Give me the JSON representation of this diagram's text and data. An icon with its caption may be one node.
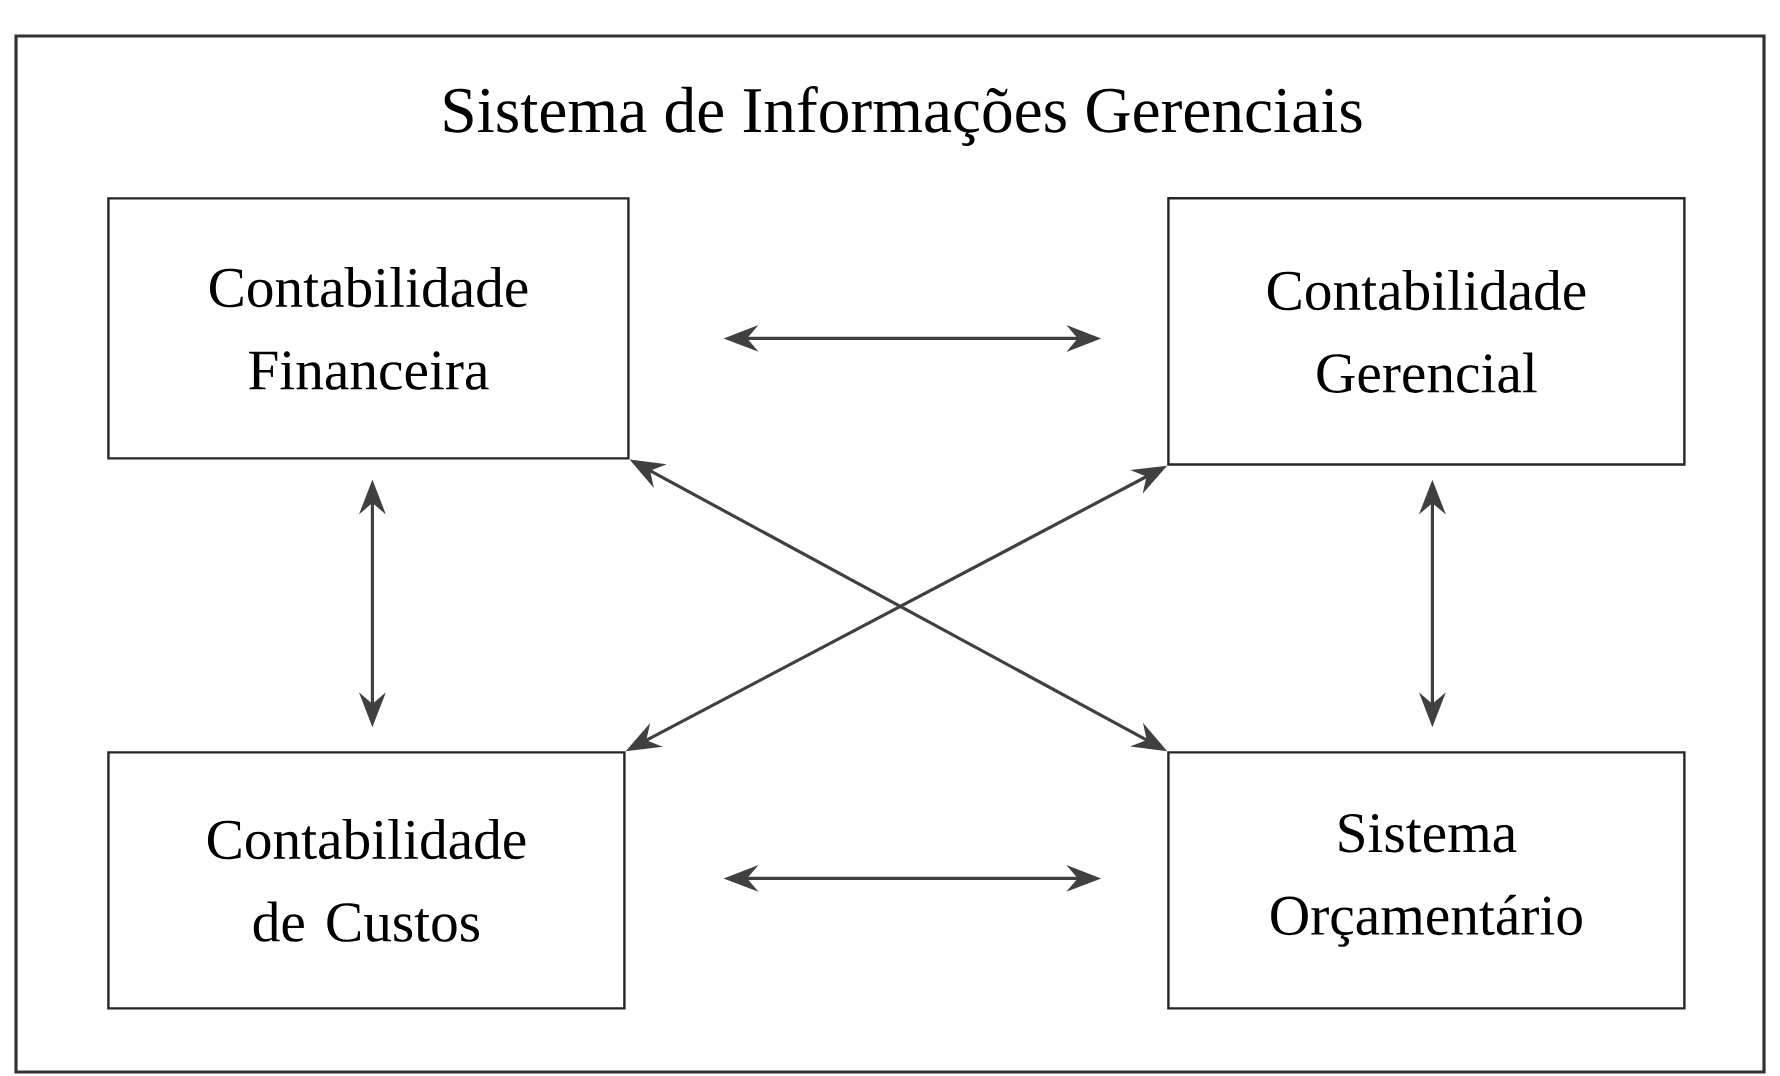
{
  "diagram": {
    "nodes": [
      {
        "text": [
          "Sistema de Informações Gerenciais"
        ]
      },
      {
        "text": [
          "Contabilidade Financeira"
        ],
        "in": 0
      },
      {
        "text": [
          "Contabilidade Gerencial"
        ],
        "in": 0
      },
      {
        "text": [
          "Contabilidade de Custos"
        ],
        "in": 0
      },
      {
        "text": [
          "Sistema Orçamentário"
        ],
        "in": 0
      }
    ],
    "edges": [
      {
        "from": 1,
        "to": 2,
        "arrow": "both"
      },
      {
        "from": 1,
        "to": 3,
        "arrow": "both"
      },
      {
        "from": 2,
        "to": 4,
        "arrow": "both"
      },
      {
        "from": 3,
        "to": 4,
        "arrow": "both"
      },
      {
        "from": 1,
        "to": 4,
        "arrow": "both"
      },
      {
        "from": 2,
        "to": 3,
        "arrow": "both"
      }
    ]
  }
}
